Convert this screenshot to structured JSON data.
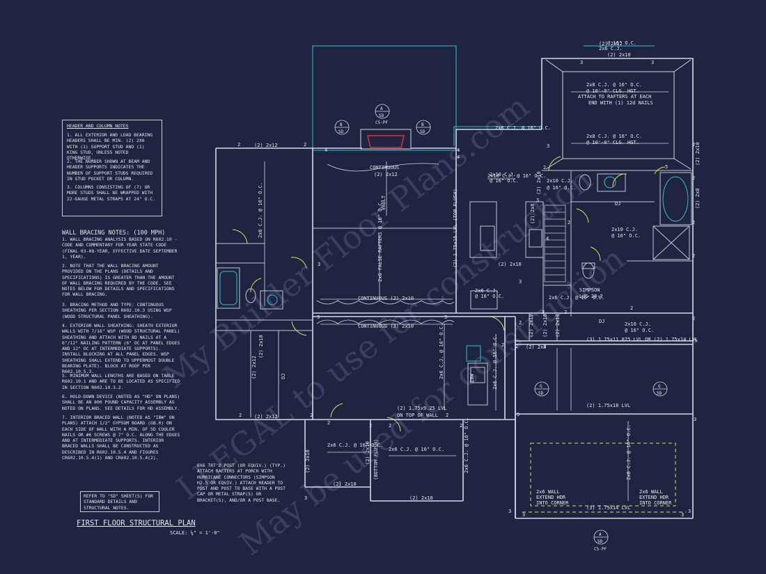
{
  "title": "FIRST FLOOR STRUCTURAL PLAN",
  "scale": "SCALE: ¼\" = 1'-0\"",
  "watermarks": [
    "My Builder Floor Plans.com",
    "LLEGAL to use for construction",
    "May be used for construction"
  ],
  "header_notes": {
    "heading": "HEADER AND COLUMN NOTES",
    "items": [
      "1. ALL EXTERIOR AND LOAD BEARING HEADERS SHALL BE MIN. (2) 2x6 WITH (1) SUPPORT STUD AND (1) KING STUD, UNLESS NOTED OTHERWISE.",
      "2. THE NUMBER SHOWN AT BEAM AND HEADER SUPPORTS INDICATES THE NUMBER OF SUPPORT STUDS REQUIRED IN STUD POCKET OR COLUMN.",
      "3. COLUMNS CONSISTING OF (7) OR MORE STUDS SHALL BE WRAPPED WITH 22-GAUGE METAL STRAPS AT 24\" O.C."
    ]
  },
  "wall_bracing": {
    "heading": "WALL BRACING NOTES: (100 MPH)",
    "items": [
      "1. WALL BRACING ANALYSIS BASED ON R602.10 - CODE AND COMMENTARY FOR YEAR STATE CODE (FINAL 03-08-YEAR, EFFECTIVE DATE SEPTEMBER 1, YEAR).",
      "2. NOTE THAT THE WALL BRACING AMOUNT PROVIDED ON THE PLANS (DETAILS AND SPECIFICATIONS) IS GREATER THAN THE AMOUNT OF WALL BRACING REQUIRED BY THE CODE. SEE NOTES BELOW FOR DETAILS AND SPECIFICATIONS FOR WALL BRACING.",
      "3. BRACING METHOD AND TYPE: CONTINUOUS SHEATHING PER SECTION R602.10.3 USING WSP (WOOD STRUCTURAL PANEL SHEATHING).",
      "4. EXTERIOR WALL SHEATHING: SHEATH EXTERIOR WALLS WITH 7/16\" WSP (WOOD STRUCTURAL PANEL) SHEATHING AND ATTACH WITH 8d NAILS AT A 6\"/12\" NAILING PATTERN (6\" OC AT PANEL EDGES AND 12\" OC AT INTERMEDIATE SUPPORTS). INSTALL BLOCKING AT ALL PANEL EDGES. WSP SHEATHING SHALL EXTEND TO UPPERMOST DOUBLE BEARING PLATE). BLOCK AT ROOF PER R602.10.5.3.",
      "5. MINIMUM WALL LENGTHS ARE BASED ON TABLE R602.10.1 AND ARE TO BE LOCATED AS SPECIFIED IN SECTION R602.10.3.2.",
      "6. HOLD-DOWN DEVICE (NOTED AS \"HD\" ON PLANS) SHALL BE AN 800 POUND CAPACITY ASSEMBLY AS NOTED ON PLANS. SEE DETAILS FOR HD ASSEMBLY.",
      "7. INTERIOR BRACED WALL (NOTED AS \"IBW\" ON PLANS) ATTACH 1/2\" GYPSUM BOARD (GB.0) ON EACH SIDE OF WALL WITH A MIN. OF 5d COOLER NAILS OR #6 SCREWS @ 7\" O.C. ALONG THE EDGES AND AT INTERMEDIATE SUPPORTS. INTERIOR BRACED WALLS SHALL BE CONSTRUCTED AS DESCRIBED IN R602.10.5.4 AND FIGURES CR602.10.5.4(1) AND CR602.10.5.4(2)."
    ]
  },
  "sd_note": "REFER TO \"SD\" SHEET(S) FOR STANDARD DETAILS AND STRUCTURAL NOTES.",
  "porch_note": "6x6 TRT'D POST (OR EQUIV.) (TYP.) ATTACH RAFTERS AT PORCH WITH HURRICANE CONNECTORS (SIMPSON H2.5 OR EQUIV.) ATTACH HEADER TO POST AND POST TO BASE WITH A POST CAP OR METAL STRAP(S) OR BRACKET(S), AND/OR A POST BASE.",
  "bubbles": [
    {
      "top": "A",
      "bottom": "SD",
      "label": "C5-PF"
    },
    {
      "top": "B",
      "bottom": "SD",
      "label": ""
    },
    {
      "top": "B",
      "bottom": "SD",
      "label": ""
    },
    {
      "top": "G",
      "bottom": "SD",
      "label": ""
    },
    {
      "top": "G",
      "bottom": "SD",
      "label": ""
    },
    {
      "top": "A",
      "bottom": "SD",
      "label": "C5-PF"
    }
  ],
  "labels": [
    "(2) 2x12",
    "(2) 2x12",
    "CONTINUOUS",
    "(2) 2x12",
    "VAULT",
    "2x6 FALSE RAFTERS @ 16\" O.C.",
    "(2) 1.75x16 LVL (TOP FLUSH)",
    "2x10 C.J. @ 16\" O.C.",
    "(2) 2x10",
    "CONTINUOUS (2) 2x10",
    "CONTINUOUS (3) 2x10",
    "2x6 C.J. @ 16\" O.C.",
    "2x6 C.J. @ 16\" O.C.",
    "2x6 C.J. @ 16\" O.C.",
    "(2) 2x8",
    "(2) 2x12",
    "(2) 1.75x9.25 LVL",
    "ON TOP OF WALL",
    "2x6 C.J. @ 16\" O.C.",
    "(2) 2x10",
    "(BOTTOM FLUSH)",
    "(2) 2x10",
    "2x6 C.J. @ 16\" O.C.",
    "(2) 2x10",
    "(2) 2x10",
    "2x6 C.J. @ 16\" O.C.",
    "(2) 2x10",
    "2x8 C.J. @ 16\" O.C.",
    "@ 10'-0\" CLG. HGT.",
    "ATTACH TO RAFTERS AT EACH",
    "END WITH (1) 12d NAILS",
    "2x8 C.J. @ 16\" O.C.",
    "@ 10'-0\" CLG. HGT.",
    "2x10 C.J.",
    "@ 16\" O.C.",
    "2x10 C.J.",
    "@ 16\" O.C.",
    "2x6 C.J.",
    "@ 16\" O.C.",
    "2x10 C.J.",
    "@ 16\" O.C.",
    "SIMPSON",
    "LUS 28-2",
    "(2) 2x10",
    "(2) 2x10",
    "(2) 2x10",
    "2x10 C.J.",
    "@ 16\" O.C.",
    "(3) 1.75x11.875 LVL OR (2) 1.75x14 LVL",
    "(2) 2x8",
    "(2) 1.75x18 LVL",
    "2x8 C.J. @ 16\" O.C.",
    "2x6 WALL",
    "EXTEND HDR",
    "INTO CORNER",
    "2x6 WALL",
    "EXTEND HDR",
    "INTO CORNER",
    "(3) 1.75x14 LVL",
    "(2) 2x10",
    "(2) 2x8",
    "(2) 2x10",
    "(2) 2x12",
    "2x6 C.J.",
    "@ 16\" O.C.",
    "(2) 2x8",
    "(2) 2x12",
    "DJ",
    "DJ",
    "DJ",
    "IBW",
    "(2) 2x10",
    "2x6 C.J. @ 16\" O.C.",
    "(2) 2x10",
    "(2) 2x8",
    "(2) 2x8",
    "2x6 C.J. @ 16\" O.C.",
    "2x6 C.J. @ 16\" O.C."
  ],
  "support_numbers": [
    "2",
    "2",
    "4",
    "4",
    "4",
    "3",
    "3",
    "3",
    "2",
    "2",
    "2",
    "3",
    "5",
    "5",
    "5",
    "3",
    "3",
    "3",
    "3",
    "3",
    "3",
    "4",
    "2",
    "2",
    "2",
    "2",
    "2",
    "2",
    "2",
    "2",
    "2",
    "2",
    "2",
    "2",
    "2",
    "2",
    "2",
    "2",
    "2",
    "2",
    "3",
    "3",
    "3",
    "3"
  ],
  "colors": {
    "background": "#1f2440",
    "line": "#d5d8e6",
    "cyan": "#2fc3d4",
    "door_swing": "#e0e05a",
    "fireplace": "#e0303c",
    "watermark": "#3a4060"
  }
}
